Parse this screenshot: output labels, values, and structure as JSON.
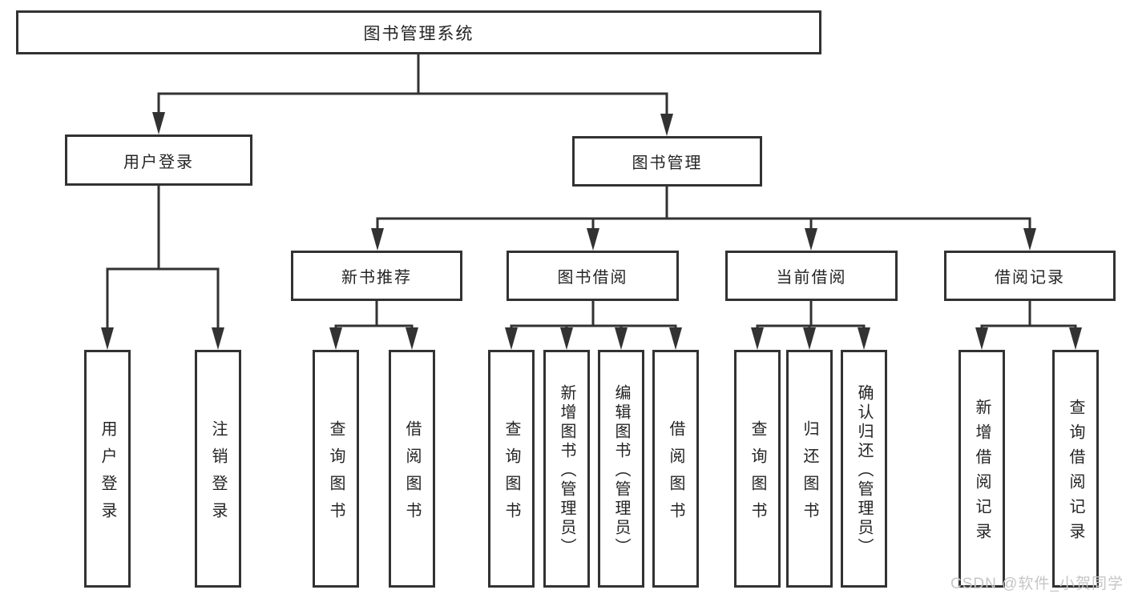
{
  "tree": {
    "root": {
      "label": "图书管理系统"
    },
    "branches": [
      {
        "label": "用户登录",
        "children": [
          {
            "label": "用户登录"
          },
          {
            "label": "注销登录"
          }
        ]
      },
      {
        "label": "图书管理",
        "children": [
          {
            "label": "新书推荐",
            "children": [
              {
                "label": "查询图书"
              },
              {
                "label": "借阅图书"
              }
            ]
          },
          {
            "label": "图书借阅",
            "children": [
              {
                "label": "查询图书"
              },
              {
                "label": "新增图书（管理员）"
              },
              {
                "label": "编辑图书（管理员）"
              },
              {
                "label": "借阅图书"
              }
            ]
          },
          {
            "label": "当前借阅",
            "children": [
              {
                "label": "查询图书"
              },
              {
                "label": "归还图书"
              },
              {
                "label": "确认归还（管理员）"
              }
            ]
          },
          {
            "label": "借阅记录",
            "children": [
              {
                "label": "新增借阅记录"
              },
              {
                "label": "查询借阅记录"
              }
            ]
          }
        ]
      }
    ]
  },
  "watermark": "CSDN @软件_小贺同学",
  "colors": {
    "line": "#323232",
    "border": "#323232",
    "text": "#242424",
    "watermark": "#c6c6c6",
    "background": "#ffffff"
  }
}
